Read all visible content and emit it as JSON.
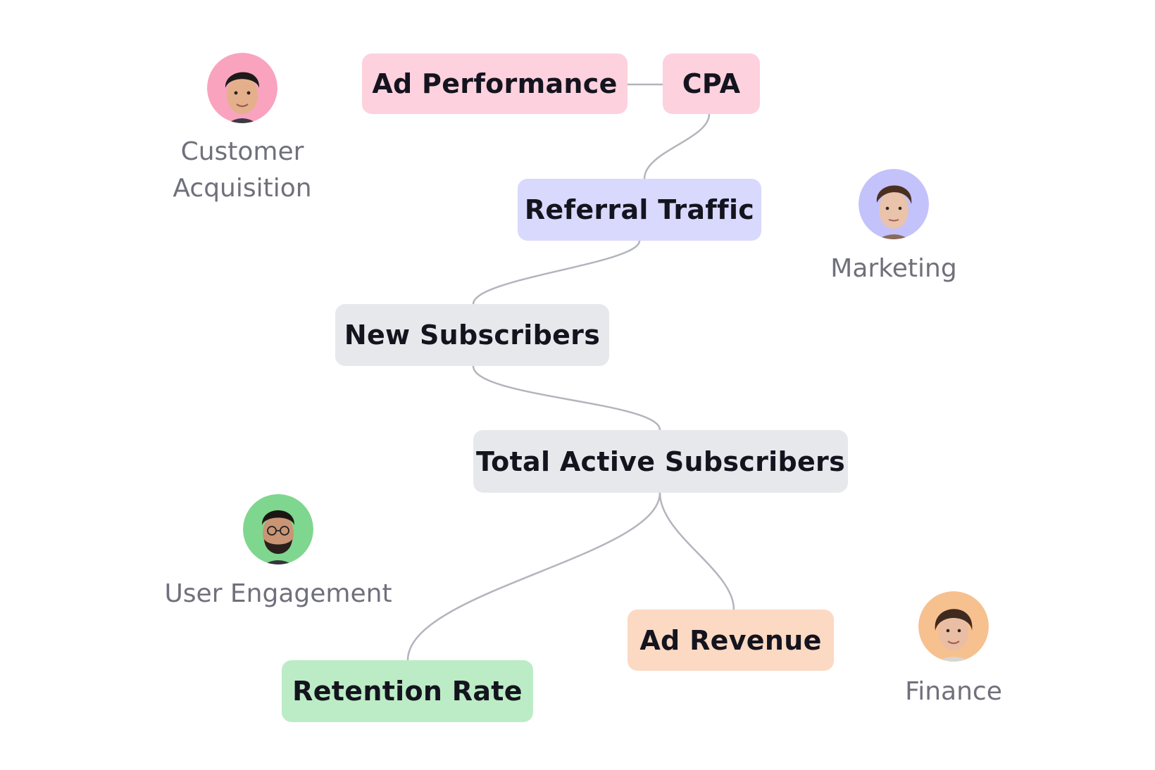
{
  "colors": {
    "pink": "#fdd1dd",
    "lavender": "#d9d8fd",
    "gray": "#e7e8ec",
    "green": "#bcecc5",
    "peach": "#fcd9c3",
    "edge": "#9c9ca6",
    "label": "#70707c",
    "text": "#14141f"
  },
  "nodes": {
    "ad_performance": "Ad Performance",
    "cpa": "CPA",
    "referral_traffic": "Referral Traffic",
    "new_subscribers": "New Subscribers",
    "total_active_subscribers": "Total Active Subscribers",
    "retention_rate": "Retention Rate",
    "ad_revenue": "Ad Revenue"
  },
  "personas": {
    "customer_acquisition": {
      "label": "Customer\nAcquisition",
      "ring": "#f9a3bf",
      "icon": "avatar-icon"
    },
    "marketing": {
      "label": "Marketing",
      "ring": "#c4c2fb",
      "icon": "avatar-icon"
    },
    "user_engagement": {
      "label": "User Engagement",
      "ring": "#7fd68e",
      "icon": "avatar-icon"
    },
    "finance": {
      "label": "Finance",
      "ring": "#f7c08f",
      "icon": "avatar-icon"
    }
  }
}
